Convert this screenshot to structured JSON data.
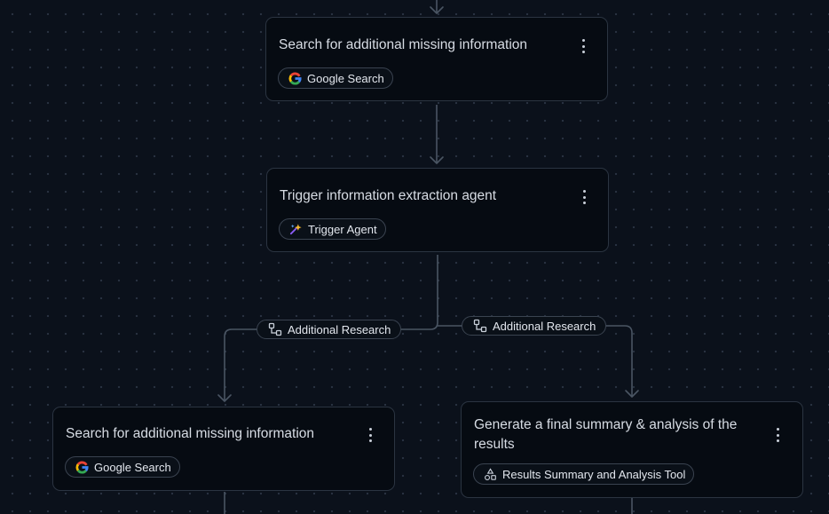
{
  "nodes": [
    {
      "title": "Search for additional missing information",
      "chip": {
        "label": "Google Search",
        "icon": "google-icon"
      }
    },
    {
      "title": "Trigger information extraction agent",
      "chip": {
        "label": "Trigger Agent",
        "icon": "sparkle-icon"
      }
    },
    {
      "title": "Search for additional missing information",
      "chip": {
        "label": "Google Search",
        "icon": "google-icon"
      }
    },
    {
      "title": "Generate a final summary & analysis of the results",
      "chip": {
        "label": "Results Summary and Analysis Tool",
        "icon": "shapes-icon"
      }
    }
  ],
  "edges": [
    {
      "label": "Additional Research",
      "icon": "branch-icon"
    },
    {
      "label": "Additional Research",
      "icon": "branch-icon"
    }
  ],
  "colors": {
    "canvas": "#0b111b",
    "node_bg": "#060b12",
    "node_border": "#2b3441",
    "connector": "#4a5563",
    "text": "#d7dce4"
  }
}
